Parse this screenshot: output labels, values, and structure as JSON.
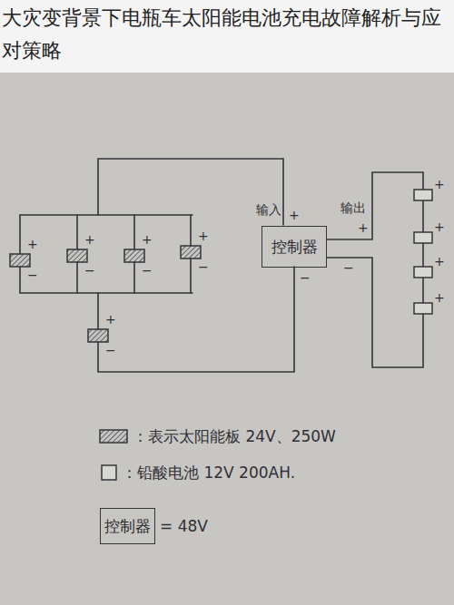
{
  "diagram": {
    "title": "大灾变背景下电瓶车太阳能电池充电故障解析与应对策略",
    "nodes": [
      {
        "text": [
          "控制器"
        ]
      },
      {
        "text": [
          "控制器"
        ]
      }
    ],
    "labels": [
      "输入",
      "+",
      "−",
      "输出",
      "+",
      "−",
      "+",
      "−",
      "+",
      "−",
      "+",
      "−",
      "+",
      "−",
      "+",
      "−",
      "+",
      "+",
      "+",
      "+"
    ],
    "legend": [
      {
        "text": "：表示太阳能板 24V、250W"
      },
      {
        "text": "：铅酸电池 12V 200AH."
      },
      {
        "text": "= 48V"
      }
    ]
  }
}
